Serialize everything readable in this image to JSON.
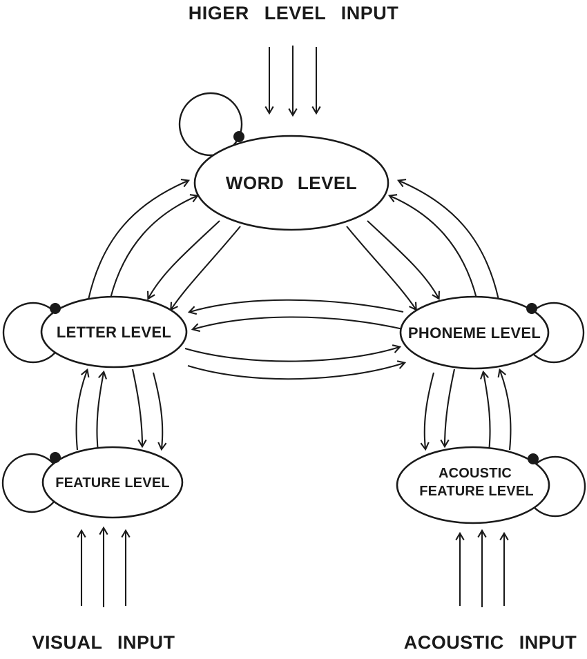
{
  "diagram": {
    "inputs": {
      "higher": "HIGER LEVEL INPUT",
      "visual": "VISUAL INPUT",
      "acoustic": "ACOUSTIC INPUT"
    },
    "nodes": {
      "word": "WORD LEVEL",
      "letter": "LETTER LEVEL",
      "phoneme": "PHONEME LEVEL",
      "feature": "FEATURE LEVEL",
      "acoustic_feature_line1": "ACOUSTIC",
      "acoustic_feature_line2": "FEATURE LEVEL"
    },
    "colors": {
      "stroke": "#1a1a1a",
      "background": "#ffffff"
    }
  }
}
